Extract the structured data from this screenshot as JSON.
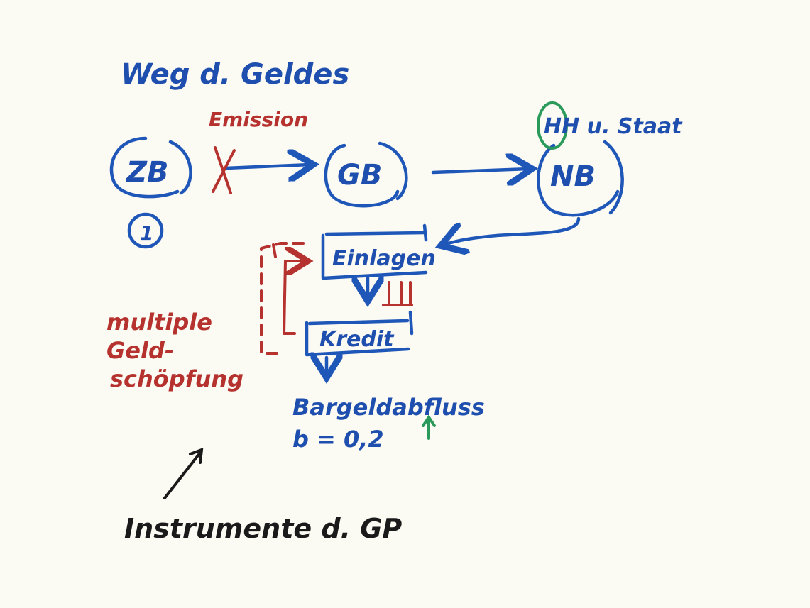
{
  "texts": {
    "title": "Weg d. Geldes",
    "emission": "Emission",
    "zb": "ZB",
    "gb": "GB",
    "nb": "NB",
    "hh_staat": "HH u. Staat",
    "one": "1",
    "einlagen": "Einlagen",
    "kredit": "Kredit",
    "multiple": [
      "multiple",
      "Geld-",
      "schöpfung"
    ],
    "bargeld": "Bargeldabfluss",
    "ratio": "b = 0,2",
    "instrumente": "Instrumente d. GP"
  },
  "colors": {
    "blue_ink": "#1f4fae",
    "red_ink": "#b5322f",
    "black_ink": "#1a1a1a",
    "green_ink": "#1f8a4a",
    "paper": "#fbfaf3"
  }
}
